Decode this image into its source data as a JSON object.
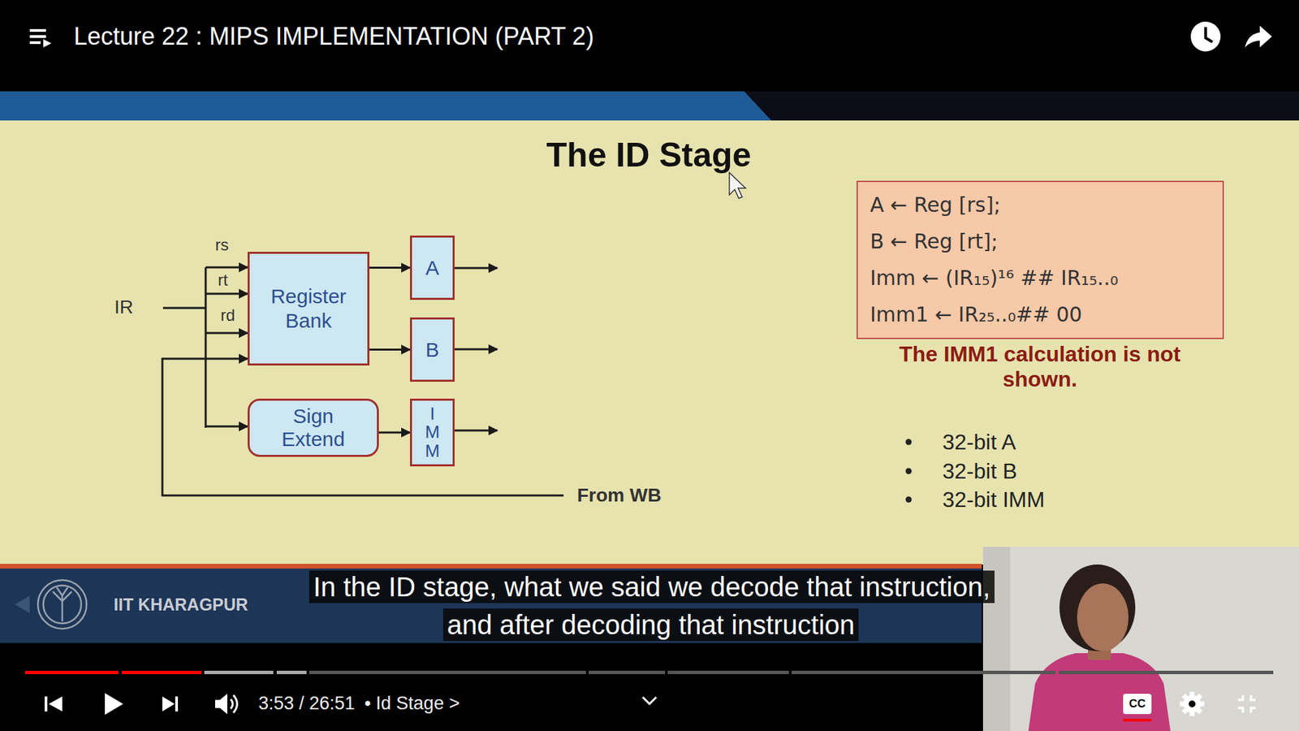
{
  "diagram": {
    "title": "The ID Stage",
    "nodes": [
      {
        "text": [
          "Register Bank"
        ]
      },
      {
        "text": [
          "A"
        ]
      },
      {
        "text": [
          "B"
        ]
      },
      {
        "text": [
          "Sign Extend"
        ]
      },
      {
        "text": [
          "I M M"
        ]
      },
      {
        "text": [
          "A ← Reg [rs];",
          "B ← Reg [rt];",
          "Imm ← (IR₁₅)¹⁶ ## IR₁₅..₀",
          "Imm1 ← IR₂₅..₀## 00"
        ]
      }
    ],
    "edges": [
      {
        "from": 0,
        "to": 1,
        "arrow": "to"
      },
      {
        "from": 0,
        "to": 2,
        "arrow": "to"
      },
      {
        "from": 3,
        "to": 4,
        "arrow": "to"
      }
    ],
    "labels": [
      "rs",
      "rt",
      "rd",
      "IR",
      "From WB",
      "The IMM1 calculation is not shown.",
      "32-bit A",
      "32-bit B",
      "32-bit IMM",
      "IIT KHARAGPUR",
      "In the ID stage, what we said we decode that instruction, and after decoding that instruction",
      "Lecture 22 : MIPS IMPLEMENTATION (PART 2)",
      "3:53 / 26:51",
      "• Id Stage >",
      "CC"
    ]
  }
}
